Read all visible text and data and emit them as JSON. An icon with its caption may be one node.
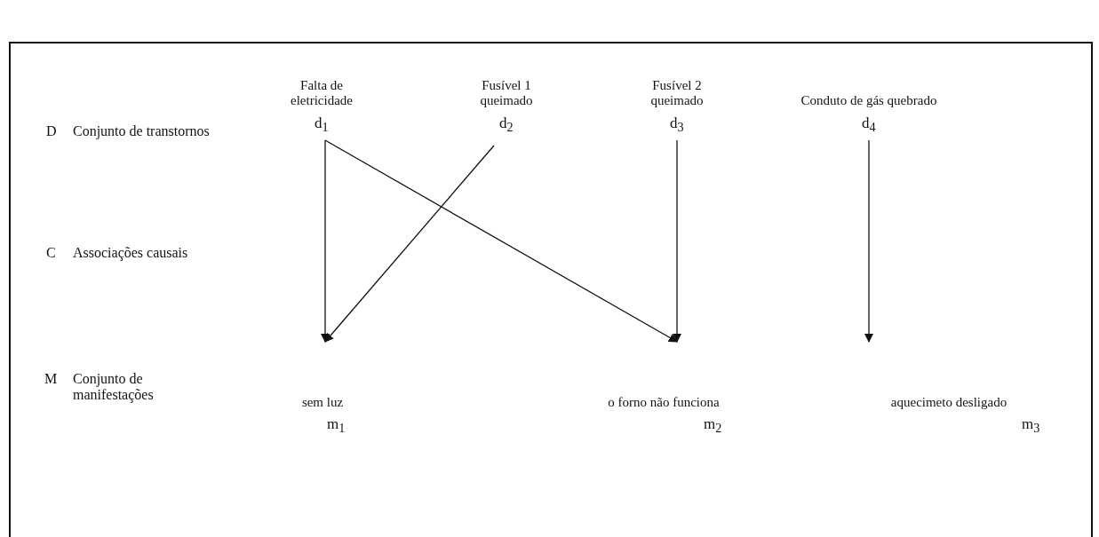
{
  "diagram": {
    "nodes": [
      {
        "text": [
          "d$_{1}$"
        ],
        "beside": [
          "Falta de eletricidade"
        ]
      },
      {
        "text": [
          "d$_{2}$"
        ],
        "beside": [
          "Fusível 1 queimado"
        ]
      },
      {
        "text": [
          "d$_{3}$"
        ],
        "beside": [
          "Fusível 2 queimado"
        ]
      },
      {
        "text": [
          "d$_{4}$"
        ],
        "beside": [
          "Conduto de gás quebrado"
        ]
      },
      {
        "text": [
          "m$_{1}$"
        ],
        "beside": [
          "sem luz"
        ]
      },
      {
        "text": [
          "m$_{2}$"
        ],
        "beside": [
          "o forno não funciona"
        ]
      },
      {
        "text": [
          "m$_{3}$"
        ],
        "beside": [
          "aquecimeto desligado"
        ]
      }
    ],
    "edges": [
      {
        "from": 0,
        "to": 4,
        "arrow": "to"
      },
      {
        "from": 0,
        "to": 5,
        "arrow": "to"
      },
      {
        "from": 1,
        "to": 4,
        "arrow": "to"
      },
      {
        "from": 2,
        "to": 5,
        "arrow": "to"
      },
      {
        "from": 3,
        "to": 6,
        "arrow": "to"
      }
    ],
    "labels": [
      "D",
      "Conjunto de transtornos",
      "C",
      "Associações causais",
      "M",
      "Conjunto de manifestações"
    ]
  }
}
